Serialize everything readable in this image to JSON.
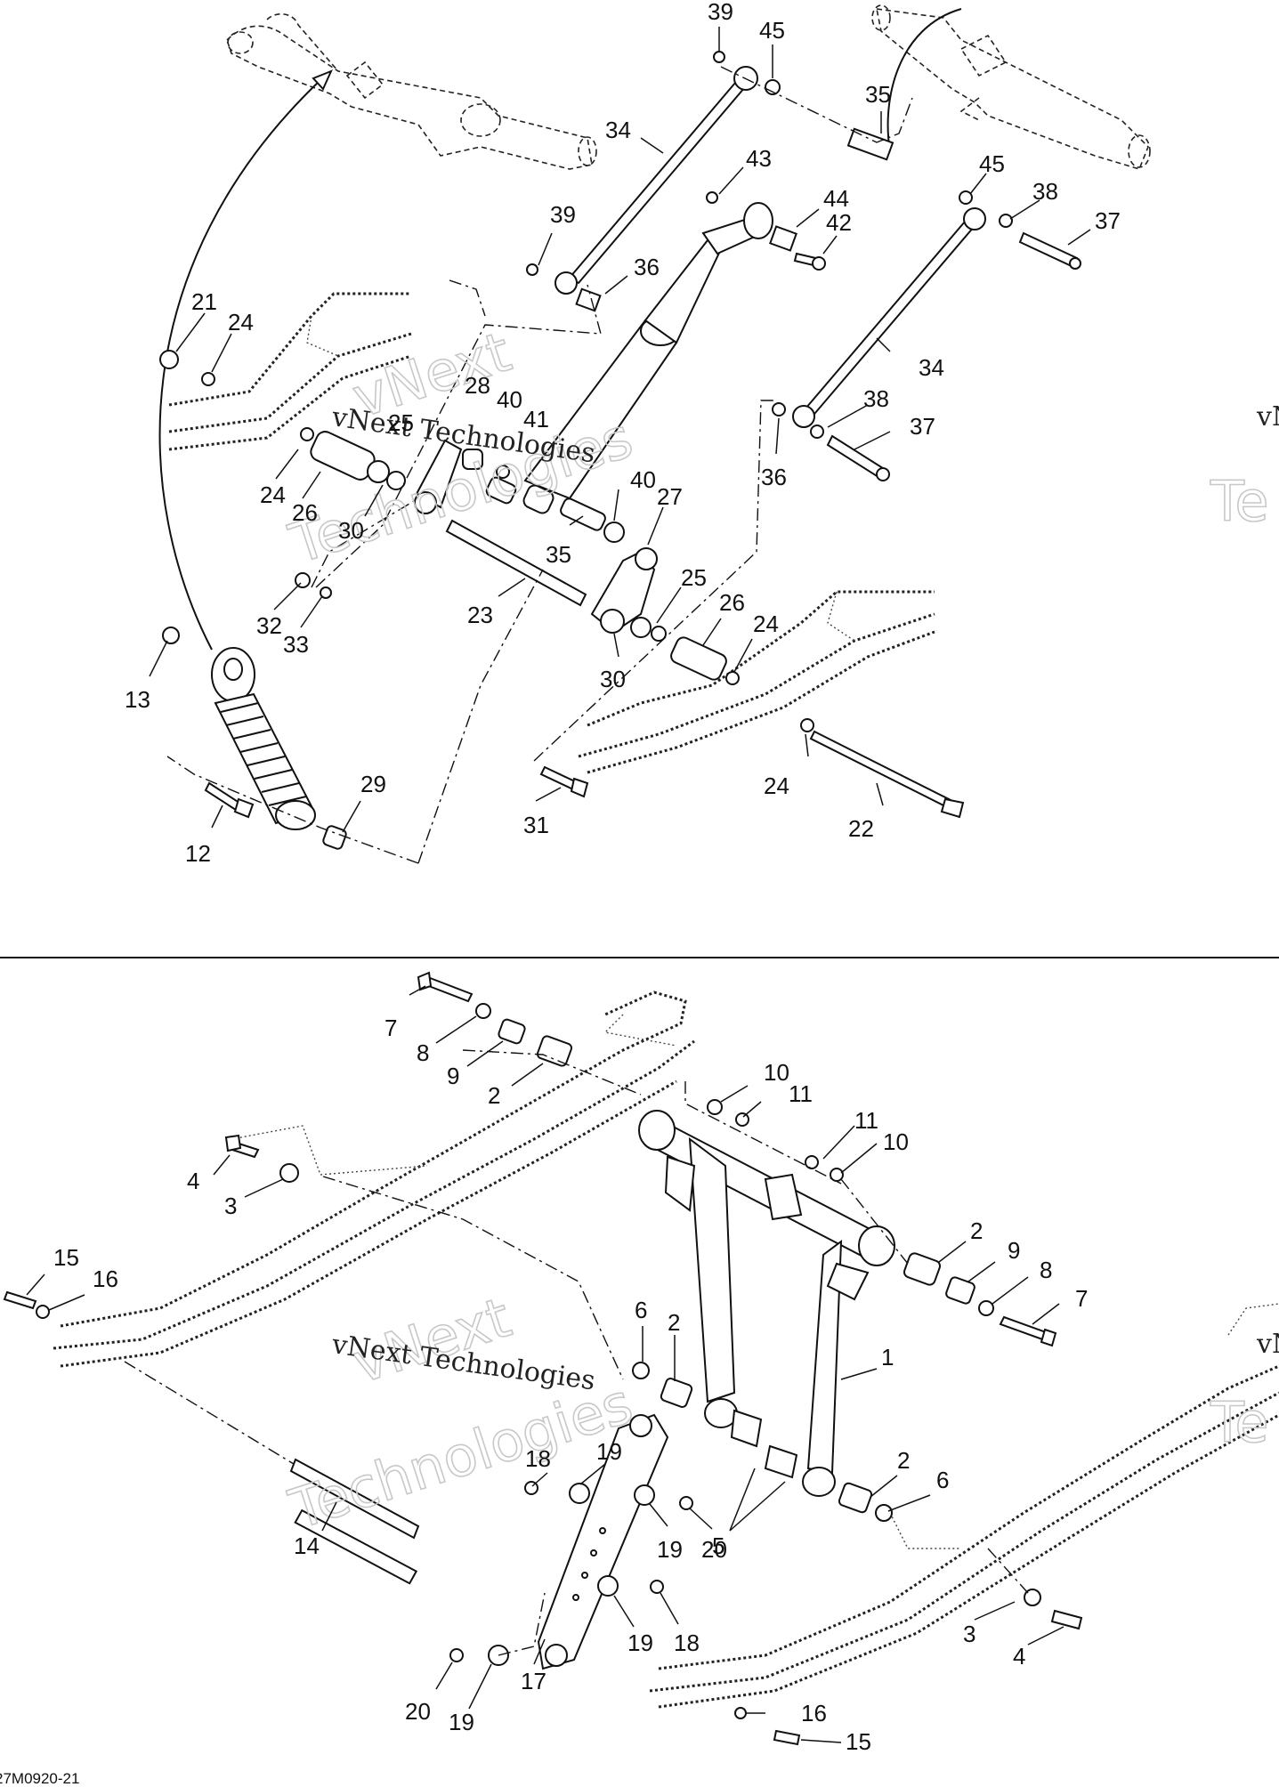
{
  "diagram_code": "27M0920-21",
  "watermarks": [
    {
      "name": "vNext Technologies",
      "big1": "vNext",
      "big2": "Technologies"
    },
    {
      "name": "vNext Technologies",
      "big1": "vNext",
      "big2": "Technologies"
    }
  ],
  "edge_fragments": {
    "top_name": "vN",
    "top_big": "Te",
    "bottom_name": "vN",
    "bottom_big": "Te"
  },
  "callouts": [
    {
      "label": "39"
    },
    {
      "label": "45"
    },
    {
      "label": "35"
    },
    {
      "label": "34"
    },
    {
      "label": "43"
    },
    {
      "label": "44"
    },
    {
      "label": "42"
    },
    {
      "label": "45"
    },
    {
      "label": "38"
    },
    {
      "label": "37"
    },
    {
      "label": "39"
    },
    {
      "label": "36"
    },
    {
      "label": "21"
    },
    {
      "label": "24"
    },
    {
      "label": "34"
    },
    {
      "label": "28"
    },
    {
      "label": "40"
    },
    {
      "label": "25"
    },
    {
      "label": "41"
    },
    {
      "label": "38"
    },
    {
      "label": "37"
    },
    {
      "label": "36"
    },
    {
      "label": "24"
    },
    {
      "label": "26"
    },
    {
      "label": "30"
    },
    {
      "label": "40"
    },
    {
      "label": "27"
    },
    {
      "label": "35"
    },
    {
      "label": "25"
    },
    {
      "label": "26"
    },
    {
      "label": "24"
    },
    {
      "label": "32"
    },
    {
      "label": "33"
    },
    {
      "label": "23"
    },
    {
      "label": "30"
    },
    {
      "label": "13"
    },
    {
      "label": "24"
    },
    {
      "label": "29"
    },
    {
      "label": "31"
    },
    {
      "label": "22"
    },
    {
      "label": "12"
    },
    {
      "label": "7"
    },
    {
      "label": "8"
    },
    {
      "label": "9"
    },
    {
      "label": "2"
    },
    {
      "label": "10"
    },
    {
      "label": "11"
    },
    {
      "label": "11"
    },
    {
      "label": "10"
    },
    {
      "label": "4"
    },
    {
      "label": "3"
    },
    {
      "label": "2"
    },
    {
      "label": "9"
    },
    {
      "label": "8"
    },
    {
      "label": "7"
    },
    {
      "label": "15"
    },
    {
      "label": "16"
    },
    {
      "label": "6"
    },
    {
      "label": "2"
    },
    {
      "label": "1"
    },
    {
      "label": "18"
    },
    {
      "label": "19"
    },
    {
      "label": "2"
    },
    {
      "label": "6"
    },
    {
      "label": "5"
    },
    {
      "label": "19"
    },
    {
      "label": "20"
    },
    {
      "label": "14"
    },
    {
      "label": "19"
    },
    {
      "label": "18"
    },
    {
      "label": "3"
    },
    {
      "label": "4"
    },
    {
      "label": "17"
    },
    {
      "label": "20"
    },
    {
      "label": "19"
    },
    {
      "label": "16"
    },
    {
      "label": "15"
    }
  ]
}
